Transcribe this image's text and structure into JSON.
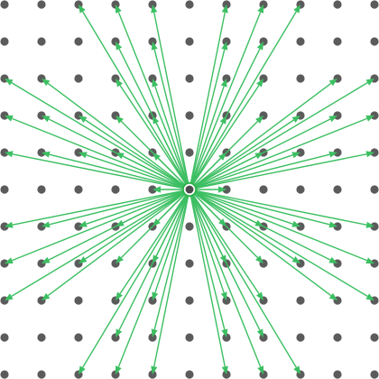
{
  "diagram": {
    "type": "vector-star-on-dot-grid",
    "grid": {
      "columns": 11,
      "rows": 11,
      "dot_color": "#5b5b5b"
    },
    "center": {
      "col": 5,
      "row": 5,
      "ring_color": "#2db34a",
      "dot_color": "#4a4a4a"
    },
    "arrow_color": "#3cbf62",
    "arrow_targets": [
      [
        -3,
        -5
      ],
      [
        -2,
        -5
      ],
      [
        -1,
        -5
      ],
      [
        1,
        -5
      ],
      [
        2,
        -5
      ],
      [
        3,
        -5
      ],
      [
        -2,
        -4
      ],
      [
        -1,
        -4
      ],
      [
        1,
        -4
      ],
      [
        2,
        -4
      ],
      [
        -5,
        -3
      ],
      [
        -4,
        -3
      ],
      [
        -2,
        -3
      ],
      [
        -1,
        -3
      ],
      [
        1,
        -3
      ],
      [
        2,
        -3
      ],
      [
        4,
        -3
      ],
      [
        5,
        -3
      ],
      [
        -5,
        -2
      ],
      [
        -4,
        -2
      ],
      [
        -3,
        -2
      ],
      [
        -2,
        -2
      ],
      [
        -1,
        -2
      ],
      [
        1,
        -2
      ],
      [
        2,
        -2
      ],
      [
        3,
        -2
      ],
      [
        4,
        -2
      ],
      [
        5,
        -2
      ],
      [
        -5,
        -1
      ],
      [
        -4,
        -1
      ],
      [
        -3,
        -1
      ],
      [
        -2,
        -1
      ],
      [
        -1,
        -1
      ],
      [
        1,
        -1
      ],
      [
        2,
        -1
      ],
      [
        3,
        -1
      ],
      [
        4,
        -1
      ],
      [
        5,
        -1
      ],
      [
        -1,
        0
      ],
      [
        1,
        0
      ],
      [
        -5,
        1
      ],
      [
        -4,
        1
      ],
      [
        -3,
        1
      ],
      [
        -2,
        1
      ],
      [
        -1,
        1
      ],
      [
        1,
        1
      ],
      [
        2,
        1
      ],
      [
        3,
        1
      ],
      [
        4,
        1
      ],
      [
        5,
        1
      ],
      [
        -5,
        2
      ],
      [
        -4,
        2
      ],
      [
        -3,
        2
      ],
      [
        -2,
        2
      ],
      [
        -1,
        2
      ],
      [
        1,
        2
      ],
      [
        2,
        2
      ],
      [
        3,
        2
      ],
      [
        4,
        2
      ],
      [
        5,
        2
      ],
      [
        -5,
        3
      ],
      [
        -4,
        3
      ],
      [
        -2,
        3
      ],
      [
        -1,
        3
      ],
      [
        1,
        3
      ],
      [
        2,
        3
      ],
      [
        4,
        3
      ],
      [
        5,
        3
      ],
      [
        -2,
        4
      ],
      [
        -1,
        4
      ],
      [
        1,
        4
      ],
      [
        2,
        4
      ],
      [
        -3,
        5
      ],
      [
        -2,
        5
      ],
      [
        -1,
        5
      ],
      [
        1,
        5
      ],
      [
        2,
        5
      ],
      [
        3,
        5
      ]
    ]
  }
}
